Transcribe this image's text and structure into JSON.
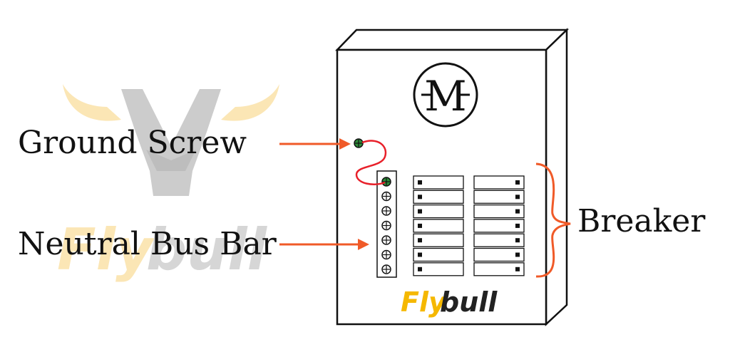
{
  "labels": {
    "ground_screw": "Ground Screw",
    "neutral_bus_bar": "Neutral Bus Bar",
    "breaker": "Breaker",
    "main_symbol": "M"
  },
  "brand": {
    "part1": "Fly",
    "part2": "bull",
    "watermark_part1": "Fly",
    "watermark_part2": "bull"
  },
  "colors": {
    "arrow": "#f05a28",
    "wire": "#e8202a",
    "bracket": "#f05a28",
    "brand_yellow": "#f5b800",
    "brand_dark": "#222222",
    "watermark_gray": "#cfcfcf",
    "watermark_cream": "#fbe6b5",
    "screw_green": "#2e8b3a"
  },
  "icons": [
    "ground-screw-icon",
    "terminal-screw-icon",
    "breaker-switch-icon",
    "main-breaker-symbol-icon",
    "bull-logo-icon"
  ]
}
